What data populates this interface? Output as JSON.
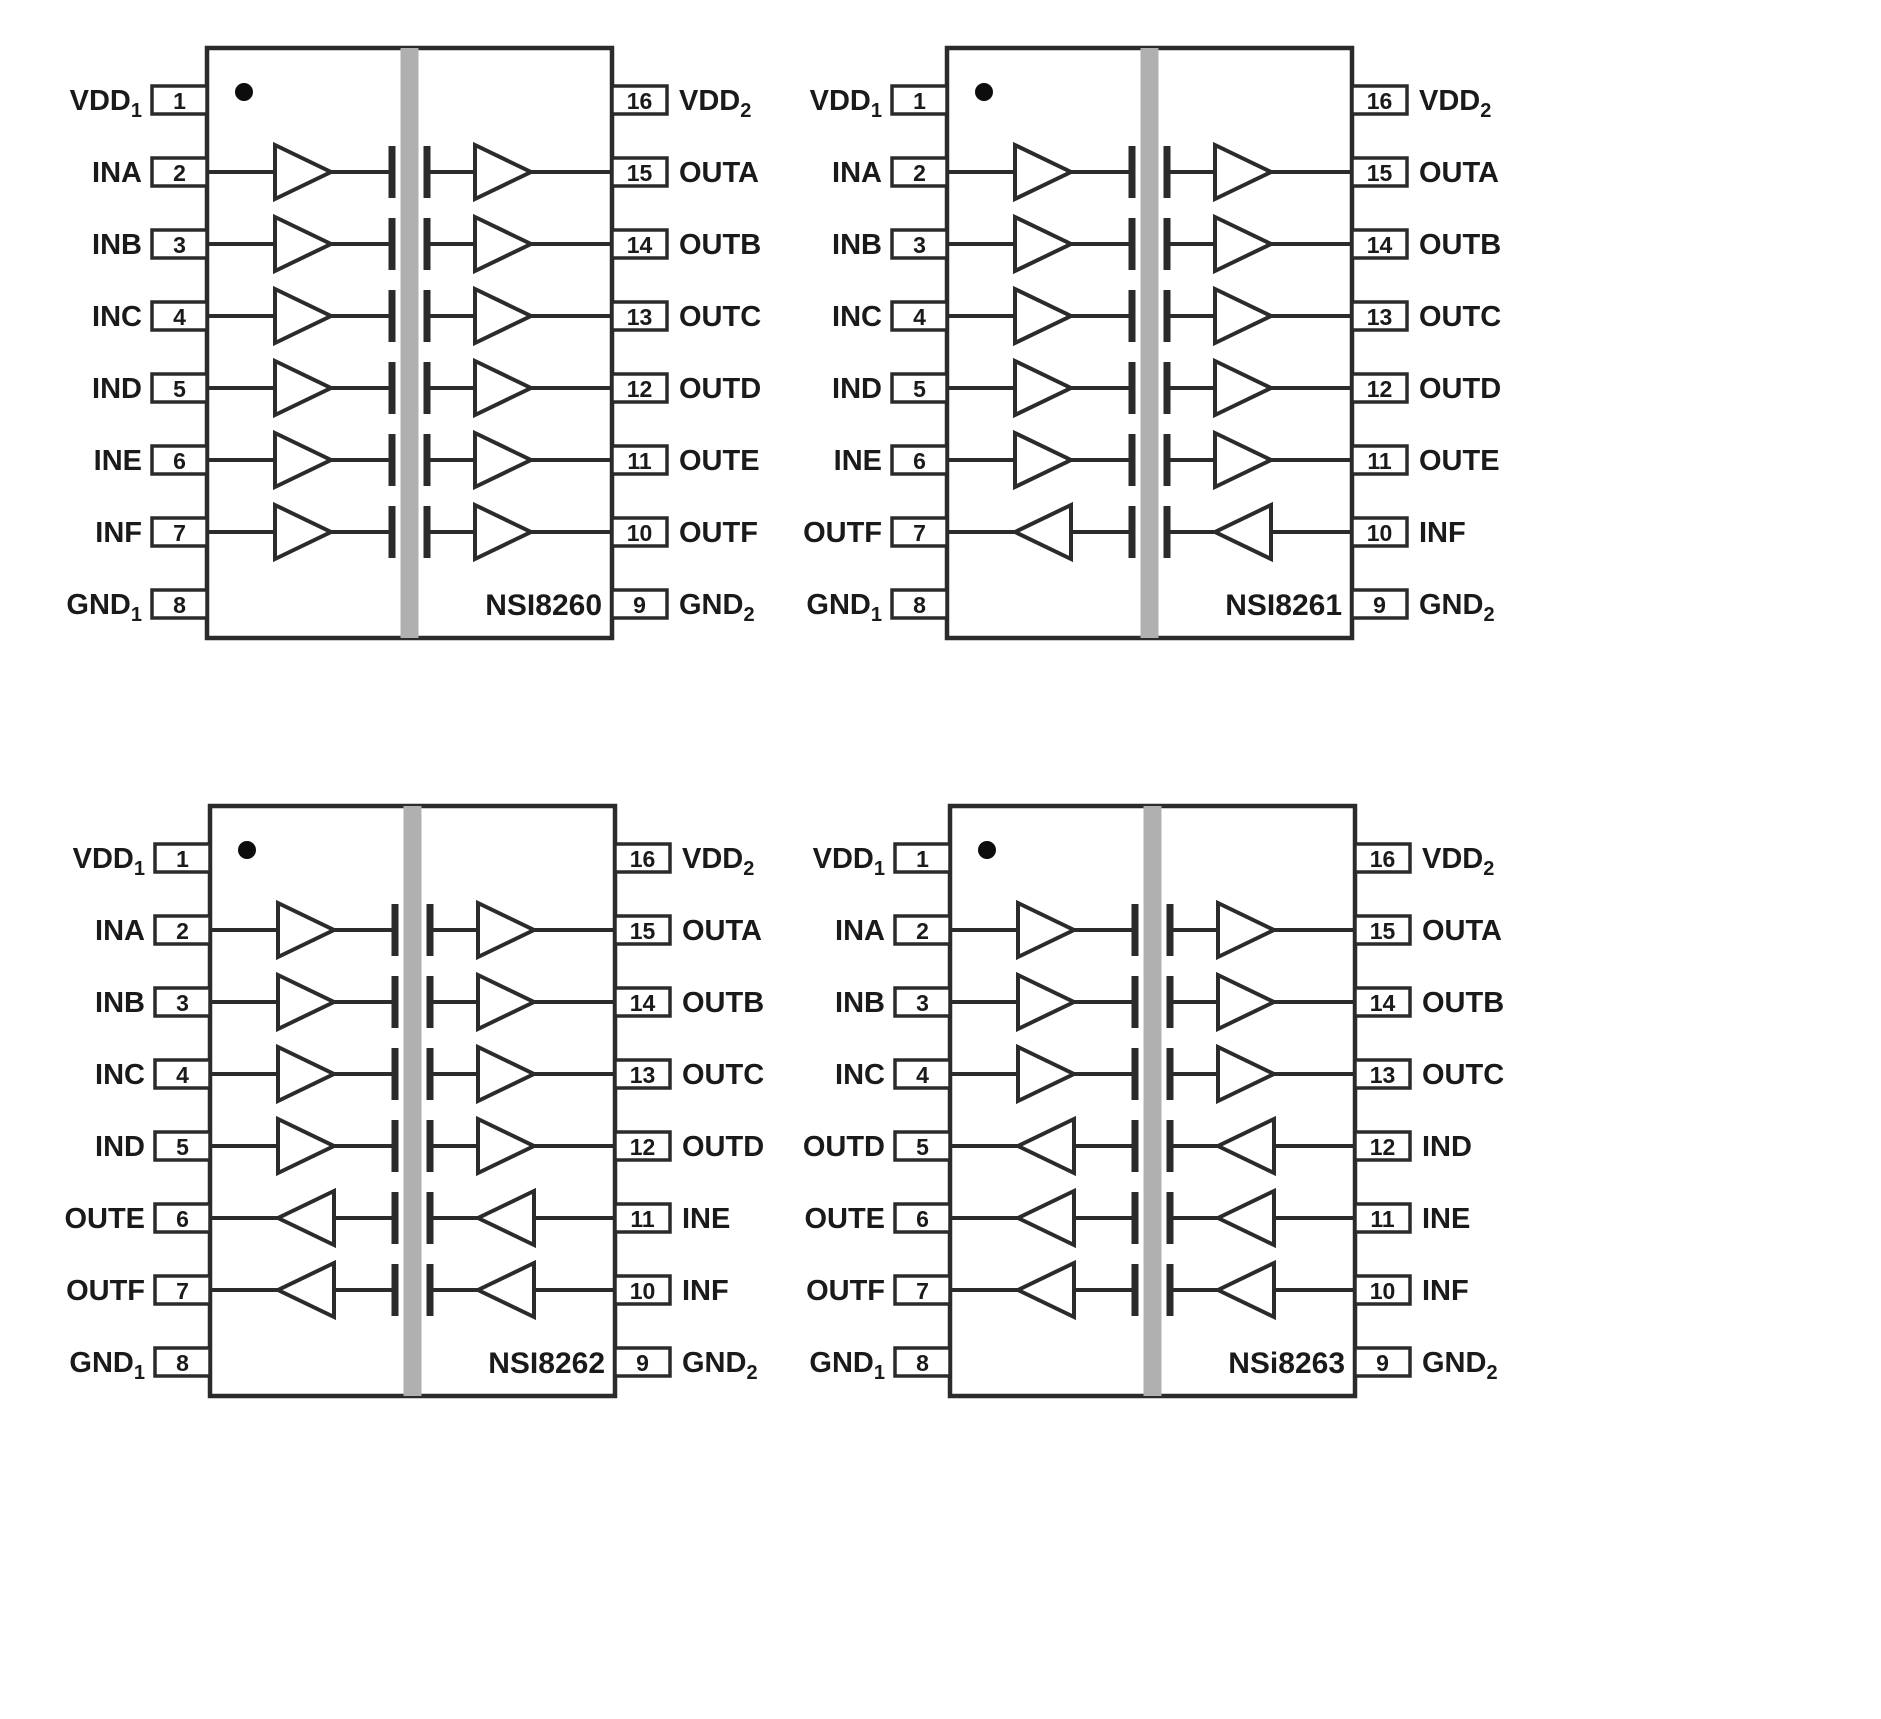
{
  "colors": {
    "line": "#2b2b2b",
    "barrier": "#b0b0b0",
    "text": "#1a1a1a",
    "background": "#ffffff",
    "dot": "#0d0d0d"
  },
  "chips": [
    {
      "name": "NSI8260",
      "pins_left": [
        {
          "num": "1",
          "label": "VDD",
          "sub": "1"
        },
        {
          "num": "2",
          "label": "INA",
          "sub": ""
        },
        {
          "num": "3",
          "label": "INB",
          "sub": ""
        },
        {
          "num": "4",
          "label": "INC",
          "sub": ""
        },
        {
          "num": "5",
          "label": "IND",
          "sub": ""
        },
        {
          "num": "6",
          "label": "INE",
          "sub": ""
        },
        {
          "num": "7",
          "label": "INF",
          "sub": ""
        },
        {
          "num": "8",
          "label": "GND",
          "sub": "1"
        }
      ],
      "pins_right": [
        {
          "num": "16",
          "label": "VDD",
          "sub": "2"
        },
        {
          "num": "15",
          "label": "OUTA",
          "sub": ""
        },
        {
          "num": "14",
          "label": "OUTB",
          "sub": ""
        },
        {
          "num": "13",
          "label": "OUTC",
          "sub": ""
        },
        {
          "num": "12",
          "label": "OUTD",
          "sub": ""
        },
        {
          "num": "11",
          "label": "OUTE",
          "sub": ""
        },
        {
          "num": "10",
          "label": "OUTF",
          "sub": ""
        },
        {
          "num": "9",
          "label": "GND",
          "sub": "2"
        }
      ],
      "channels": [
        "forward",
        "forward",
        "forward",
        "forward",
        "forward",
        "forward"
      ]
    },
    {
      "name": "NSI8261",
      "pins_left": [
        {
          "num": "1",
          "label": "VDD",
          "sub": "1"
        },
        {
          "num": "2",
          "label": "INA",
          "sub": ""
        },
        {
          "num": "3",
          "label": "INB",
          "sub": ""
        },
        {
          "num": "4",
          "label": "INC",
          "sub": ""
        },
        {
          "num": "5",
          "label": "IND",
          "sub": ""
        },
        {
          "num": "6",
          "label": "INE",
          "sub": ""
        },
        {
          "num": "7",
          "label": "OUTF",
          "sub": ""
        },
        {
          "num": "8",
          "label": "GND",
          "sub": "1"
        }
      ],
      "pins_right": [
        {
          "num": "16",
          "label": "VDD",
          "sub": "2"
        },
        {
          "num": "15",
          "label": "OUTA",
          "sub": ""
        },
        {
          "num": "14",
          "label": "OUTB",
          "sub": ""
        },
        {
          "num": "13",
          "label": "OUTC",
          "sub": ""
        },
        {
          "num": "12",
          "label": "OUTD",
          "sub": ""
        },
        {
          "num": "11",
          "label": "OUTE",
          "sub": ""
        },
        {
          "num": "10",
          "label": "INF",
          "sub": ""
        },
        {
          "num": "9",
          "label": "GND",
          "sub": "2"
        }
      ],
      "channels": [
        "forward",
        "forward",
        "forward",
        "forward",
        "forward",
        "reverse"
      ]
    },
    {
      "name": "NSI8262",
      "pins_left": [
        {
          "num": "1",
          "label": "VDD",
          "sub": "1"
        },
        {
          "num": "2",
          "label": "INA",
          "sub": ""
        },
        {
          "num": "3",
          "label": "INB",
          "sub": ""
        },
        {
          "num": "4",
          "label": "INC",
          "sub": ""
        },
        {
          "num": "5",
          "label": "IND",
          "sub": ""
        },
        {
          "num": "6",
          "label": "OUTE",
          "sub": ""
        },
        {
          "num": "7",
          "label": "OUTF",
          "sub": ""
        },
        {
          "num": "8",
          "label": "GND",
          "sub": "1"
        }
      ],
      "pins_right": [
        {
          "num": "16",
          "label": "VDD",
          "sub": "2"
        },
        {
          "num": "15",
          "label": "OUTA",
          "sub": ""
        },
        {
          "num": "14",
          "label": "OUTB",
          "sub": ""
        },
        {
          "num": "13",
          "label": "OUTC",
          "sub": ""
        },
        {
          "num": "12",
          "label": "OUTD",
          "sub": ""
        },
        {
          "num": "11",
          "label": "INE",
          "sub": ""
        },
        {
          "num": "10",
          "label": "INF",
          "sub": ""
        },
        {
          "num": "9",
          "label": "GND",
          "sub": "2"
        }
      ],
      "channels": [
        "forward",
        "forward",
        "forward",
        "forward",
        "reverse",
        "reverse"
      ]
    },
    {
      "name": "NSi8263",
      "pins_left": [
        {
          "num": "1",
          "label": "VDD",
          "sub": "1"
        },
        {
          "num": "2",
          "label": "INA",
          "sub": ""
        },
        {
          "num": "3",
          "label": "INB",
          "sub": ""
        },
        {
          "num": "4",
          "label": "INC",
          "sub": ""
        },
        {
          "num": "5",
          "label": "OUTD",
          "sub": ""
        },
        {
          "num": "6",
          "label": "OUTE",
          "sub": ""
        },
        {
          "num": "7",
          "label": "OUTF",
          "sub": ""
        },
        {
          "num": "8",
          "label": "GND",
          "sub": "1"
        }
      ],
      "pins_right": [
        {
          "num": "16",
          "label": "VDD",
          "sub": "2"
        },
        {
          "num": "15",
          "label": "OUTA",
          "sub": ""
        },
        {
          "num": "14",
          "label": "OUTB",
          "sub": ""
        },
        {
          "num": "13",
          "label": "OUTC",
          "sub": ""
        },
        {
          "num": "12",
          "label": "IND",
          "sub": ""
        },
        {
          "num": "11",
          "label": "INE",
          "sub": ""
        },
        {
          "num": "10",
          "label": "INF",
          "sub": ""
        },
        {
          "num": "9",
          "label": "GND",
          "sub": "2"
        }
      ],
      "channels": [
        "forward",
        "forward",
        "forward",
        "reverse",
        "reverse",
        "reverse"
      ]
    }
  ]
}
